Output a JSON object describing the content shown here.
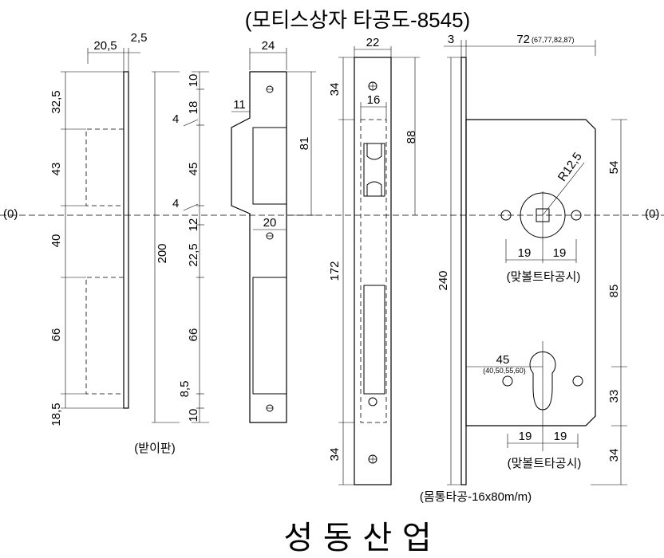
{
  "title": "(모티스상자 타공도-8545)",
  "company": "성  동  산  업",
  "zero_label": "(0)",
  "strike": {
    "label": "(받이판)",
    "dims": {
      "width_a": "20,5",
      "width_b": "2,5",
      "v1": "32,5",
      "v2": "43",
      "v3": "40",
      "v4": "66",
      "v5": "18,5",
      "overall": "200",
      "r1": "10",
      "r2": "18",
      "r3": "45",
      "r4": "12",
      "r5": "22,5",
      "r6": "66",
      "r7": "8,5",
      "r8": "10",
      "notch_a": "4",
      "notch_b": "4"
    }
  },
  "plate": {
    "dims": {
      "width": "24",
      "notch": "11",
      "inner": "20",
      "height": "81"
    }
  },
  "faceplate": {
    "dims": {
      "width": "22",
      "inner": "16",
      "top": "34",
      "upper": "88",
      "middle": "172",
      "bottom": "34"
    }
  },
  "body": {
    "label_bolt_top": "(맞볼트타공시)",
    "label_bolt_bottom": "(맞볼트타공시)",
    "label_body": "(몸통타공-16x80m/m)",
    "dims": {
      "face": "3",
      "depth": "72",
      "depth_options": "(67,77,82,87)",
      "radius": "R12,5",
      "spacing_l1": "19",
      "spacing_r1": "19",
      "spacing_l2": "19",
      "spacing_r2": "19",
      "backset": "45",
      "backset_options": "(40,50,55,60)",
      "height": "240",
      "right1": "54",
      "right2": "85",
      "right3": "33",
      "right4": "34"
    }
  }
}
